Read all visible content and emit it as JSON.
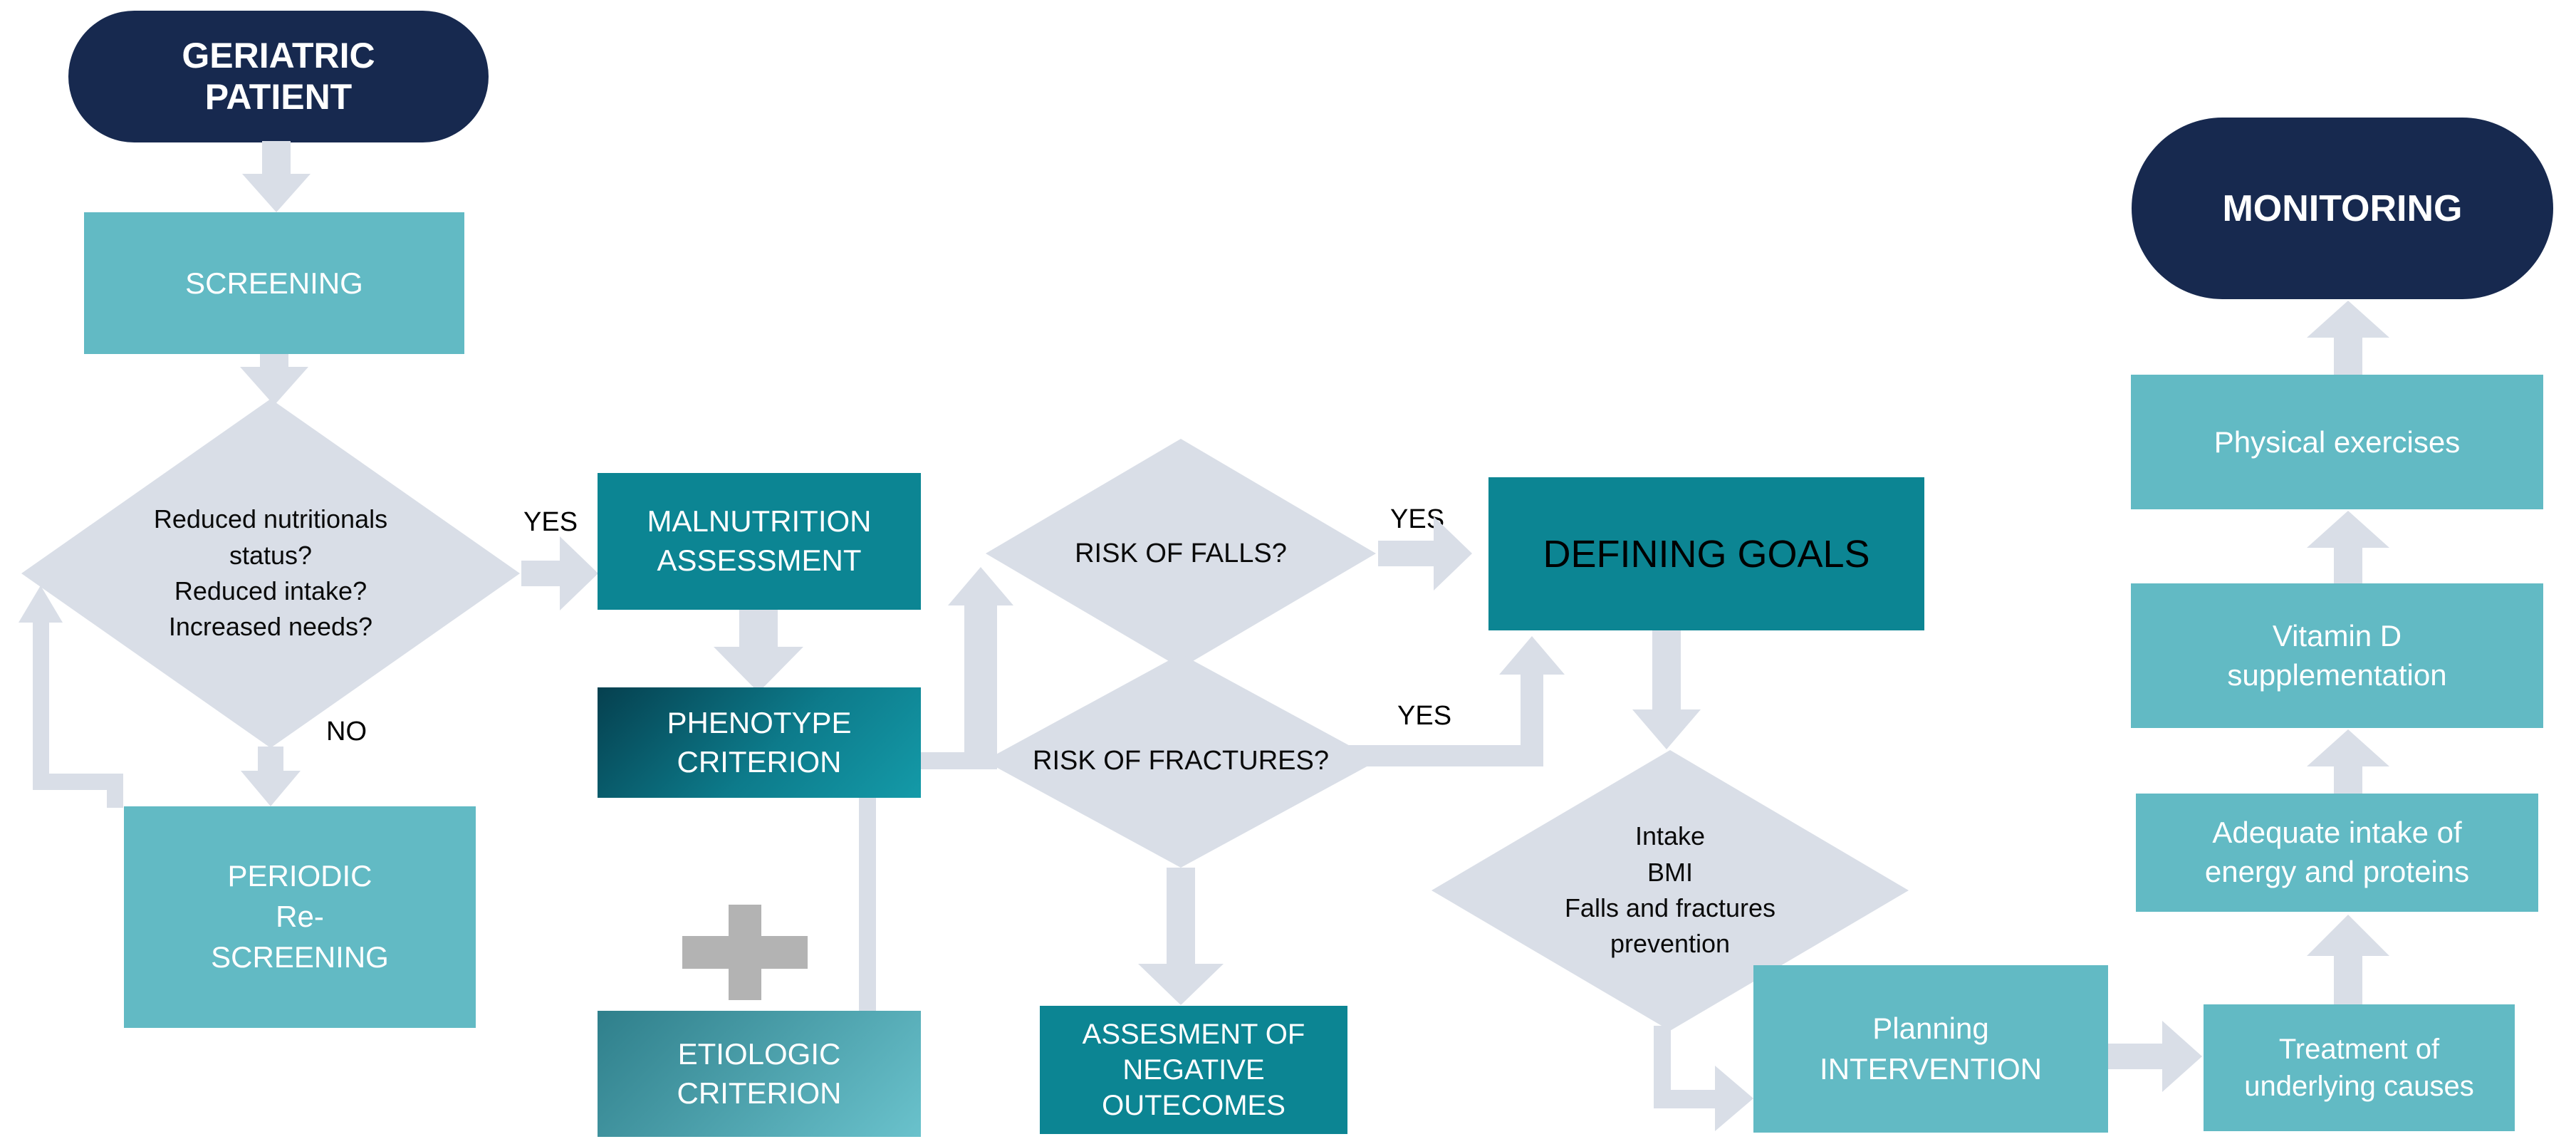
{
  "diagram_title": "",
  "colors": {
    "navy_pill": "#17294f",
    "teal_dark_box": "#0c8593",
    "teal_light_box": "#62bac4",
    "phenotype_gradient_start": "#05404f",
    "phenotype_gradient_end": "#149aa8",
    "etiologic_gradient_start": "#2f7f8b",
    "etiologic_gradient_end": "#6ac2cc",
    "diamond_gray": "#d9dee7",
    "connector_gray": "#d9dee7",
    "plus_gray": "#b3b3b3",
    "text_on_teal": "#ffffff",
    "defining_goals_text": "#000000"
  },
  "nodes": {
    "geriatric_patient": "GERIATRIC\nPATIENT",
    "screening": "SCREENING",
    "screening_decision": "Reduced nutritionals\nstatus?\nReduced intake?\nIncreased needs?",
    "periodic_rescreening": "PERIODIC\nRe-\nSCREENING",
    "malnutrition_assessment": "MALNUTRITION\nASSESSMENT",
    "phenotype_criterion": "PHENOTYPE\nCRITERION",
    "etiologic_criterion": "ETIOLOGIC\nCRITERION",
    "risk_of_falls": "RISK OF FALLS?",
    "risk_of_fractures": "RISK OF FRACTURES?",
    "defining_goals": "DEFINING GOALS",
    "assessment_negative_outcomes": "ASSESMENT OF\nNEGATIVE\nOUTECOMES",
    "goals_detail": "Intake\nBMI\nFalls and fractures\nprevention",
    "planning_intervention": "Planning\nINTERVENTION",
    "treatment_underlying_causes": "Treatment of\nunderlying causes",
    "adequate_intake": "Adequate intake of\nenergy and proteins",
    "vitamin_d_supplementation": "Vitamin D\nsupplementation",
    "physical_exercises": "Physical exercises",
    "monitoring": "MONITORING"
  },
  "edge_labels": {
    "screening_yes": "YES",
    "screening_no": "NO",
    "falls_yes": "YES",
    "fractures_yes": "YES"
  }
}
